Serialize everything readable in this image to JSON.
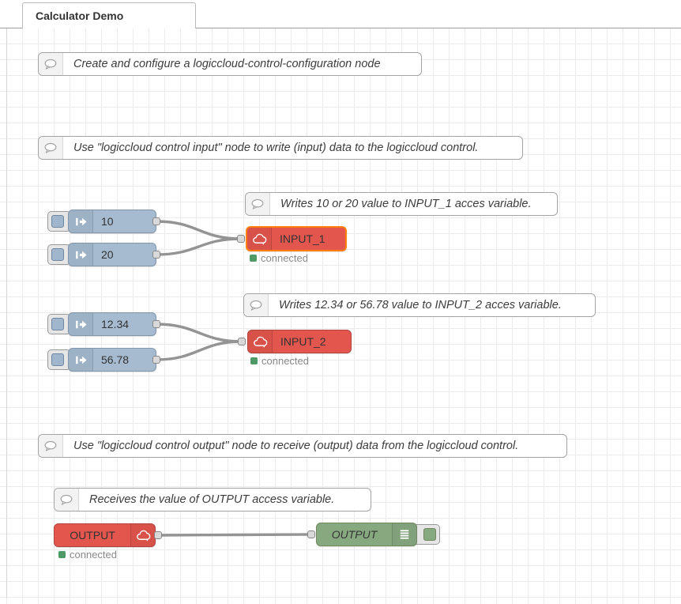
{
  "tab": {
    "title": "Calculator Demo"
  },
  "comments": [
    {
      "text": "Create and configure a logiccloud-control-configuration node"
    },
    {
      "text": "Use \"logiccloud control input\" node to write (input) data to the logiccloud control."
    },
    {
      "text": "Writes 10 or 20 value to INPUT_1 acces variable."
    },
    {
      "text": "Writes 12.34 or 56.78 value to INPUT_2 acces variable."
    },
    {
      "text": "Use \"logiccloud control output\" node to receive (output) data from the logiccloud control."
    },
    {
      "text": "Receives the value of OUTPUT access variable."
    }
  ],
  "inject_nodes": [
    {
      "label": "10"
    },
    {
      "label": "20"
    },
    {
      "label": "12.34"
    },
    {
      "label": "56.78"
    }
  ],
  "cloud_nodes": [
    {
      "label": "INPUT_1",
      "status": "connected",
      "selected": true
    },
    {
      "label": "INPUT_2",
      "status": "connected",
      "selected": false
    },
    {
      "label": "OUTPUT",
      "status": "connected",
      "selected": false
    }
  ],
  "debug_node": {
    "label": "OUTPUT"
  },
  "colors": {
    "inject_fill": "#a6bbcf",
    "cloud_node_fill": "#e2564e",
    "debug_fill": "#87a980",
    "selected_border": "#ff7f0e",
    "status_green": "#4e9a67",
    "wire": "#949494",
    "grid_line": "#ececec"
  }
}
